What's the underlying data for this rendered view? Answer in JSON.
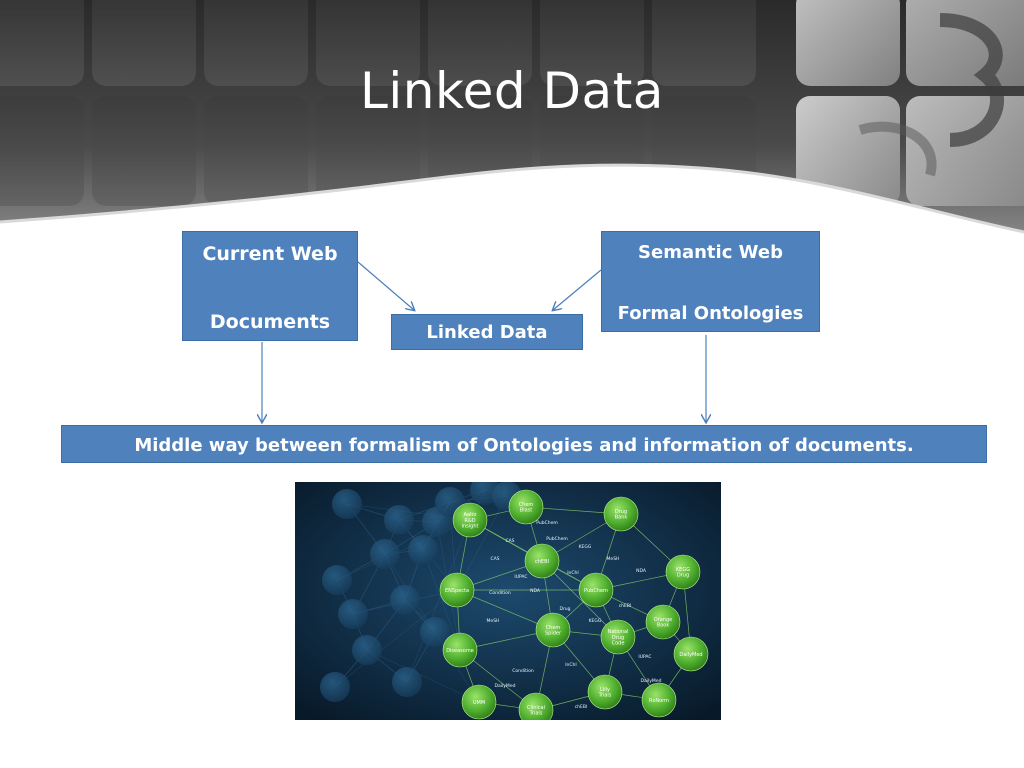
{
  "slide": {
    "title": "Linked Data"
  },
  "diagram": {
    "current_web": {
      "line1": "Current Web",
      "line2": "Documents"
    },
    "semantic_web": {
      "line1": "Semantic Web",
      "line2": "Formal Ontologies"
    },
    "linked_data": "Linked Data",
    "middle_way": "Middle way between formalism of Ontologies and information of documents.",
    "colors": {
      "box_fill": "#4f81bd",
      "arrow": "#4a7ebb",
      "node_green": "#5cb83a",
      "node_dim": "#1f4f73"
    }
  },
  "graph_image": {
    "main_nodes": [
      "Chem Blast",
      "Drug Bank",
      "Aalto R&D Insight",
      "chEBI",
      "KEGG Drug",
      "ENSpecta",
      "PubChem",
      "Chem Spider",
      "National Drug Code",
      "Orange Book",
      "DailyMed",
      "Diseasome",
      "UMM",
      "Clinical Trials",
      "Lilly Trials",
      "RxNorm"
    ],
    "edge_labels": [
      "PubChem",
      "CAS",
      "KEGG",
      "IUPAC",
      "InChI",
      "NDA",
      "MeSH",
      "Condition",
      "DailyMed",
      "chEBI",
      "Drug"
    ]
  }
}
